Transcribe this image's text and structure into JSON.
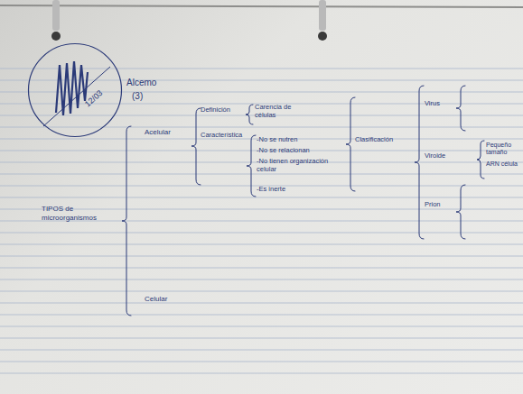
{
  "diagram": {
    "nodes": [
      {
        "text": [
          "12/03"
        ]
      }
    ],
    "labels": [
      "Alcemo",
      "(3)",
      "TIPOS de microorganismos",
      "Acelular",
      "Celular",
      "Definición",
      "Característica",
      "Carencia de células",
      "-No se nutren",
      "-No se relacionan",
      "-No tienen organización celular",
      "-Es inerte",
      "Clasificación",
      "Virus",
      "Viroide",
      "Pequeño tamaño",
      "ARN célula",
      "Prion"
    ]
  }
}
